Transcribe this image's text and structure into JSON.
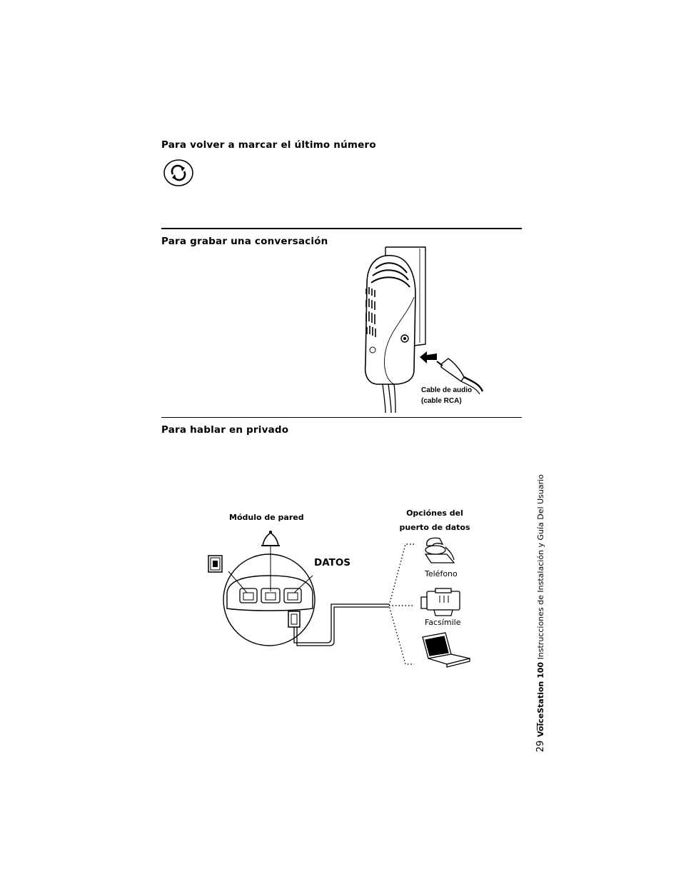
{
  "sections": {
    "redial": {
      "heading": "Para volver a marcar el último número",
      "icon": "redial-icon"
    },
    "record": {
      "heading": "Para grabar una conversación",
      "cable_caption_line1": "Cable de audio",
      "cable_caption_line2": "(cable RCA)"
    },
    "private": {
      "heading": "Para hablar en privado"
    }
  },
  "diagram": {
    "wall_module_label": "Módulo de pared",
    "data_port_label": "DATOS",
    "options_line1": "Opciónes del",
    "options_line2": "puerto de datos",
    "phone_label": "Teléfono",
    "fax_label": "Facsímile"
  },
  "footer": {
    "product_bold": "VoiceStation 100",
    "product_rest": " Instrucciones de Instalación y Guía Del Usuario",
    "page_number": "29"
  }
}
